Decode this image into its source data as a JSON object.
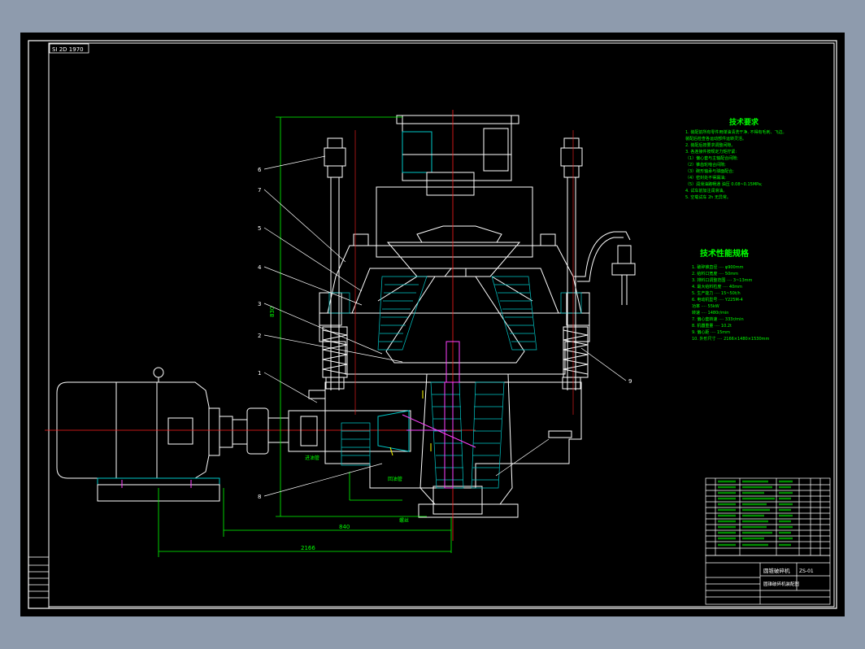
{
  "window": {
    "background": "#8e9bad",
    "viewport_background": "#000000"
  },
  "drawing": {
    "top_left_stamp": "SI 2D 1970",
    "dimensions": {
      "height": "830",
      "width_inner": "840",
      "width_overall": "2166"
    },
    "callouts": [
      "6",
      "7",
      "5",
      "4",
      "3",
      "2",
      "1",
      "8",
      "9"
    ],
    "side_labels": {
      "lubrication_in": "进油管",
      "oil_return": "回油管",
      "lock_screw": "螺丝"
    },
    "tech_requirements": {
      "title": "技术要求",
      "lines": [
        "1. 装配前所有零件用煤油清洗干净, 不得有毛刺、飞边。",
        "   装配后检查各运动部件运转灵活。",
        "2. 装配后按要求调整间隙。",
        "3. 各连接件按规定力矩拧紧:",
        "（1）偏心套与主轴配合间隙;",
        "（2）锥齿轮啮合间隙;",
        "（3）碗形轴承与球面配合;",
        "（4）密封处不得漏油;",
        "（5）润滑油路畅通 油压 0.08~0.15MPa;",
        "4. 试车前加注润滑油。",
        "5. 空载试车 2h 无异常。"
      ]
    },
    "tech_specs": {
      "title": "技术性能规格",
      "lines": [
        "1. 破碎锥直径 ···· φ900mm",
        "2. 给料口宽度 ···· 50mm",
        "3. 排料口调整范围 ···· 3~13mm",
        "4. 最大给料粒度 ···· 40mm",
        "5. 生产能力 ···· 15~50t/h",
        "6. 电动机型号 ···· Y225M-4",
        "   功率 ···· 55kW",
        "   转速 ···· 1480r/min",
        "7. 偏心套转速 ···· 333r/min",
        "8. 机器重量 ···· 10.2t",
        "9. 偏心距 ···· 15mm",
        "10. 外形尺寸 ···· 2166×1480×1530mm"
      ]
    },
    "title_block": {
      "product_name": "圆锥破碎机",
      "drawing_subtitle": "圆锥破碎机装配图",
      "code": "ZS-01"
    },
    "colors": {
      "outline": "#ffffff",
      "hatch": "#00c8c8",
      "dimension": "#00ff00",
      "centerline": "#ff2020",
      "magenta": "#ff40ff",
      "yellow": "#ffff00",
      "text_green": "#00ff00"
    }
  }
}
